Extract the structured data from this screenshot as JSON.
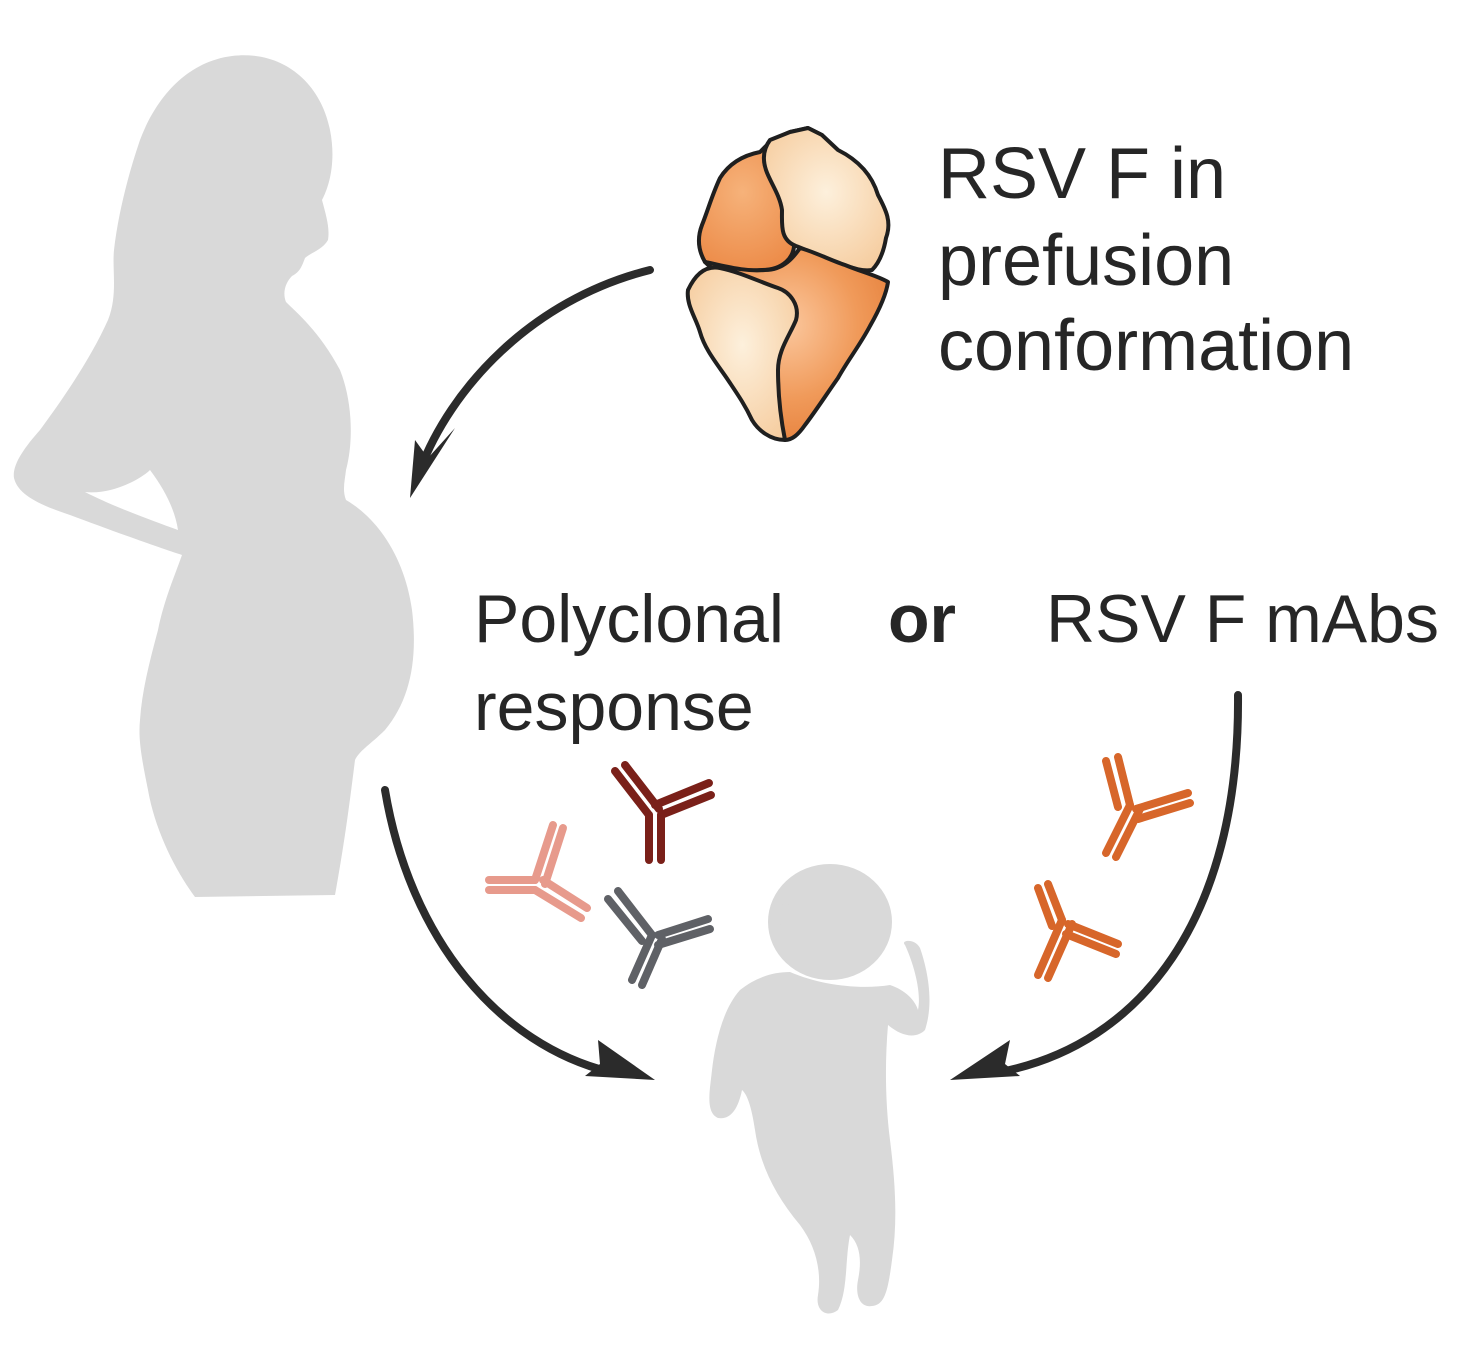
{
  "protein_label": {
    "line1": "RSV F in",
    "line2": "prefusion",
    "line3": "conformation"
  },
  "polyclonal_label": {
    "line1": "Polyclonal",
    "line2": "response"
  },
  "or_label": "or",
  "mabs_label": "RSV F mAbs",
  "icons": {
    "mother": "pregnant-woman-silhouette",
    "infant": "infant-silhouette",
    "protein": "prefusion-f-protein",
    "antibody": "antibody-y-shape"
  },
  "colors": {
    "silhouette": "#d9d9d9",
    "arrow": "#2b2b2b",
    "protein_dark": "#ec8a45",
    "protein_light": "#f8d3ab",
    "ab_dark_red": "#7a2019",
    "ab_pink": "#e79a8c",
    "ab_gray": "#5f6166",
    "ab_orange": "#d7662a"
  }
}
